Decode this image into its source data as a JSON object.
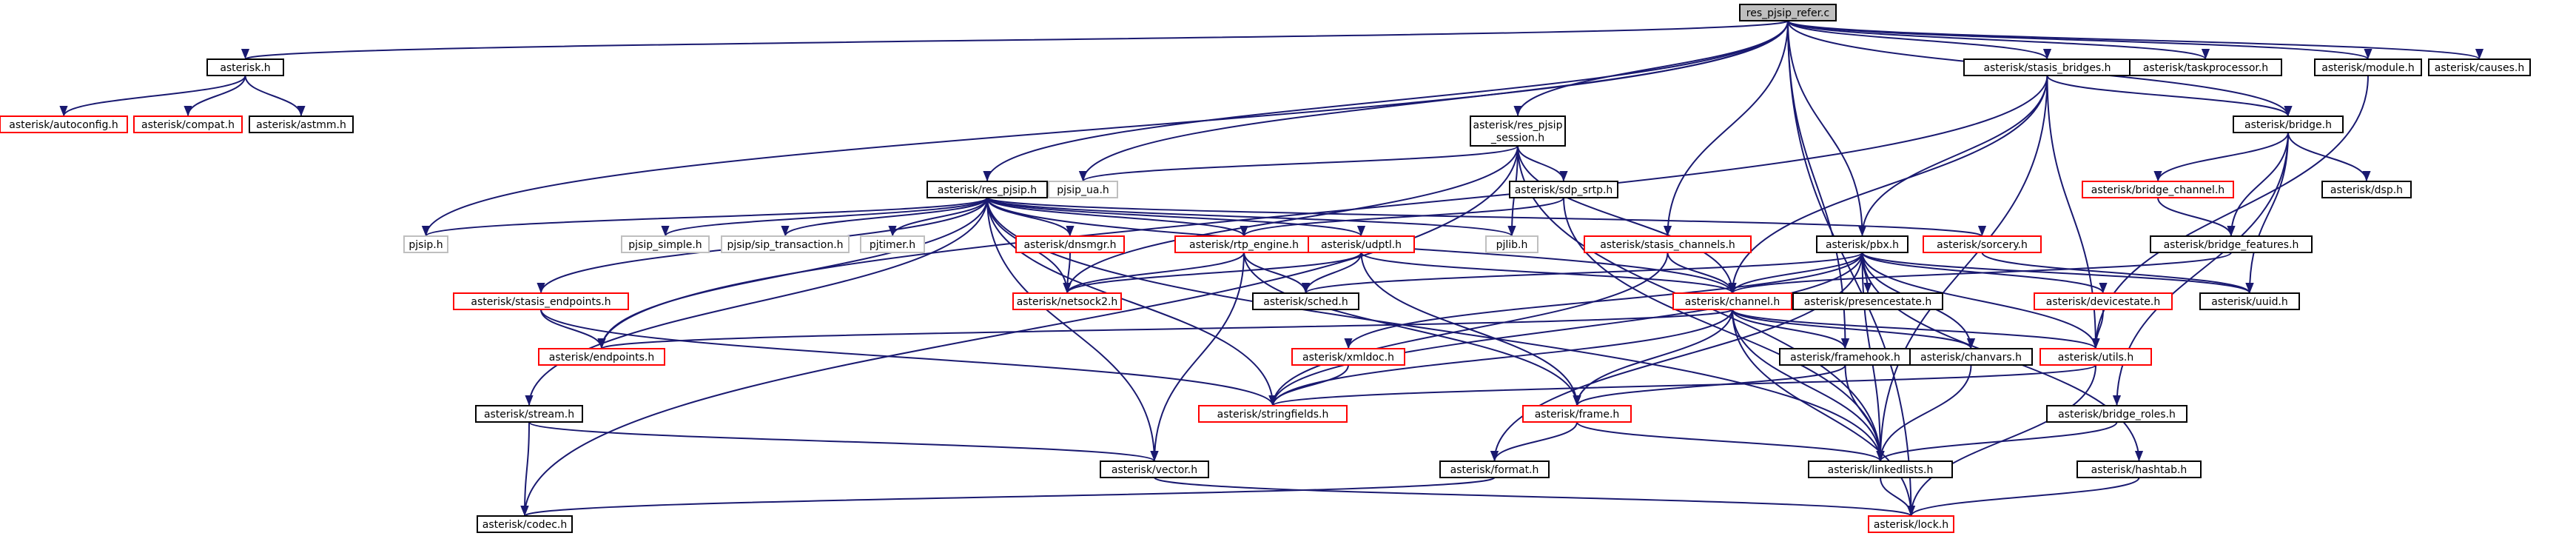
{
  "colors": {
    "black_node": "#000000",
    "red_node": "#ff0000",
    "gray_node": "#bfbfbf",
    "root_fill": "#bfbfbf",
    "edge": "#191970"
  },
  "nodes": {
    "res_pjsip_refer": {
      "label": "res_pjsip_refer.c",
      "style": "root"
    },
    "asterisk_h": {
      "label": "asterisk.h",
      "style": "black"
    },
    "autoconfig": {
      "label": "asterisk/autoconfig.h",
      "style": "red"
    },
    "compat": {
      "label": "asterisk/compat.h",
      "style": "red"
    },
    "astmm": {
      "label": "asterisk/astmm.h",
      "style": "black"
    },
    "stasis_bridges": {
      "label": "asterisk/stasis_bridges.h",
      "style": "black"
    },
    "taskprocessor": {
      "label": "asterisk/taskprocessor.h",
      "style": "black"
    },
    "module": {
      "label": "asterisk/module.h",
      "style": "black"
    },
    "causes": {
      "label": "asterisk/causes.h",
      "style": "black"
    },
    "res_pjsip_session_1": {
      "label": "asterisk/res_pjsip",
      "style": "black"
    },
    "res_pjsip_session_2": {
      "label": "_session.h",
      "style": "black"
    },
    "bridge": {
      "label": "asterisk/bridge.h",
      "style": "black"
    },
    "pjsip_ua": {
      "label": "pjsip_ua.h",
      "style": "gray"
    },
    "res_pjsip_h": {
      "label": "asterisk/res_pjsip.h",
      "style": "black"
    },
    "sdp_srtp": {
      "label": "asterisk/sdp_srtp.h",
      "style": "black"
    },
    "bridge_channel": {
      "label": "asterisk/bridge_channel.h",
      "style": "red"
    },
    "dsp": {
      "label": "asterisk/dsp.h",
      "style": "black"
    },
    "pjsip_h": {
      "label": "pjsip.h",
      "style": "gray"
    },
    "pjsip_simple": {
      "label": "pjsip_simple.h",
      "style": "gray"
    },
    "pjsip_sip_transaction": {
      "label": "pjsip/sip_transaction.h",
      "style": "gray"
    },
    "pjtimer": {
      "label": "pjtimer.h",
      "style": "gray"
    },
    "dnsmgr": {
      "label": "asterisk/dnsmgr.h",
      "style": "red"
    },
    "rtp_engine": {
      "label": "asterisk/rtp_engine.h",
      "style": "red"
    },
    "udptl": {
      "label": "asterisk/udptl.h",
      "style": "red"
    },
    "pjlib": {
      "label": "pjlib.h",
      "style": "gray"
    },
    "stasis_channels": {
      "label": "asterisk/stasis_channels.h",
      "style": "red"
    },
    "pbx": {
      "label": "asterisk/pbx.h",
      "style": "black"
    },
    "sorcery": {
      "label": "asterisk/sorcery.h",
      "style": "red"
    },
    "bridge_features": {
      "label": "asterisk/bridge_features.h",
      "style": "black"
    },
    "stasis_endpoints": {
      "label": "asterisk/stasis_endpoints.h",
      "style": "red"
    },
    "netsock2": {
      "label": "asterisk/netsock2.h",
      "style": "red"
    },
    "sched": {
      "label": "asterisk/sched.h",
      "style": "black"
    },
    "channel": {
      "label": "asterisk/channel.h",
      "style": "red"
    },
    "presencestate": {
      "label": "asterisk/presencestate.h",
      "style": "black"
    },
    "devicestate": {
      "label": "asterisk/devicestate.h",
      "style": "red"
    },
    "uuid": {
      "label": "asterisk/uuid.h",
      "style": "black"
    },
    "endpoints": {
      "label": "asterisk/endpoints.h",
      "style": "red"
    },
    "xmldoc": {
      "label": "asterisk/xmldoc.h",
      "style": "red"
    },
    "framehook": {
      "label": "asterisk/framehook.h",
      "style": "black"
    },
    "chanvars": {
      "label": "asterisk/chanvars.h",
      "style": "black"
    },
    "utils": {
      "label": "asterisk/utils.h",
      "style": "red"
    },
    "stream": {
      "label": "asterisk/stream.h",
      "style": "black"
    },
    "stringfields": {
      "label": "asterisk/stringfields.h",
      "style": "red"
    },
    "frame": {
      "label": "asterisk/frame.h",
      "style": "red"
    },
    "bridge_roles": {
      "label": "asterisk/bridge_roles.h",
      "style": "black"
    },
    "vector": {
      "label": "asterisk/vector.h",
      "style": "black"
    },
    "format": {
      "label": "asterisk/format.h",
      "style": "black"
    },
    "linkedlists": {
      "label": "asterisk/linkedlists.h",
      "style": "black"
    },
    "hashtab": {
      "label": "asterisk/hashtab.h",
      "style": "black"
    },
    "codec": {
      "label": "asterisk/codec.h",
      "style": "black"
    },
    "lock": {
      "label": "asterisk/lock.h",
      "style": "red"
    }
  },
  "edges": [
    [
      "res_pjsip_refer",
      "asterisk_h"
    ],
    [
      "res_pjsip_refer",
      "stasis_bridges"
    ],
    [
      "res_pjsip_refer",
      "taskprocessor"
    ],
    [
      "res_pjsip_refer",
      "module"
    ],
    [
      "res_pjsip_refer",
      "causes"
    ],
    [
      "res_pjsip_refer",
      "res_pjsip_session"
    ],
    [
      "res_pjsip_refer",
      "bridge"
    ],
    [
      "res_pjsip_refer",
      "pjsip_ua"
    ],
    [
      "res_pjsip_refer",
      "res_pjsip_h"
    ],
    [
      "res_pjsip_refer",
      "pjsip_h"
    ],
    [
      "res_pjsip_refer",
      "stasis_channels"
    ],
    [
      "res_pjsip_refer",
      "pbx"
    ],
    [
      "res_pjsip_refer",
      "framehook"
    ],
    [
      "res_pjsip_refer",
      "lock"
    ],
    [
      "asterisk_h",
      "autoconfig"
    ],
    [
      "asterisk_h",
      "compat"
    ],
    [
      "asterisk_h",
      "astmm"
    ],
    [
      "stasis_bridges",
      "bridge"
    ],
    [
      "stasis_bridges",
      "pbx"
    ],
    [
      "stasis_bridges",
      "channel"
    ],
    [
      "stasis_bridges",
      "endpoints"
    ],
    [
      "stasis_bridges",
      "linkedlists"
    ],
    [
      "stasis_bridges",
      "utils"
    ],
    [
      "module",
      "utils"
    ],
    [
      "res_pjsip_session",
      "pjsip_ua"
    ],
    [
      "res_pjsip_session",
      "sdp_srtp"
    ],
    [
      "res_pjsip_session",
      "pjlib"
    ],
    [
      "res_pjsip_session",
      "netsock2"
    ],
    [
      "res_pjsip_session",
      "channel"
    ],
    [
      "res_pjsip_session",
      "codec"
    ],
    [
      "res_pjsip_session",
      "linkedlists"
    ],
    [
      "bridge",
      "bridge_channel"
    ],
    [
      "bridge",
      "dsp"
    ],
    [
      "bridge",
      "bridge_features"
    ],
    [
      "bridge",
      "uuid"
    ],
    [
      "bridge",
      "bridge_roles"
    ],
    [
      "bridge_channel",
      "bridge_features"
    ],
    [
      "bridge_features",
      "channel"
    ],
    [
      "res_pjsip_h",
      "pjsip_h"
    ],
    [
      "res_pjsip_h",
      "pjsip_simple"
    ],
    [
      "res_pjsip_h",
      "pjsip_sip_transaction"
    ],
    [
      "res_pjsip_h",
      "pjtimer"
    ],
    [
      "res_pjsip_h",
      "dnsmgr"
    ],
    [
      "res_pjsip_h",
      "rtp_engine"
    ],
    [
      "res_pjsip_h",
      "udptl"
    ],
    [
      "res_pjsip_h",
      "pjlib"
    ],
    [
      "res_pjsip_h",
      "sorcery"
    ],
    [
      "res_pjsip_h",
      "stasis_endpoints"
    ],
    [
      "res_pjsip_h",
      "netsock2"
    ],
    [
      "res_pjsip_h",
      "endpoints"
    ],
    [
      "res_pjsip_h",
      "stream"
    ],
    [
      "res_pjsip_h",
      "stringfields"
    ],
    [
      "res_pjsip_h",
      "linkedlists"
    ],
    [
      "res_pjsip_h",
      "vector"
    ],
    [
      "res_pjsip_h",
      "channel"
    ],
    [
      "sdp_srtp",
      "rtp_engine"
    ],
    [
      "sdp_srtp",
      "linkedlists"
    ],
    [
      "dnsmgr",
      "netsock2"
    ],
    [
      "rtp_engine",
      "netsock2"
    ],
    [
      "rtp_engine",
      "sched"
    ],
    [
      "rtp_engine",
      "frame"
    ],
    [
      "rtp_engine",
      "vector"
    ],
    [
      "udptl",
      "netsock2"
    ],
    [
      "udptl",
      "sched"
    ],
    [
      "udptl",
      "frame"
    ],
    [
      "udptl",
      "channel"
    ],
    [
      "stasis_channels",
      "channel"
    ],
    [
      "stasis_channels",
      "stringfields"
    ],
    [
      "pbx",
      "sched"
    ],
    [
      "pbx",
      "channel"
    ],
    [
      "pbx",
      "presencestate"
    ],
    [
      "pbx",
      "devicestate"
    ],
    [
      "pbx",
      "uuid"
    ],
    [
      "pbx",
      "xmldoc"
    ],
    [
      "pbx",
      "chanvars"
    ],
    [
      "pbx",
      "format"
    ],
    [
      "pbx",
      "hashtab"
    ],
    [
      "pbx",
      "stringfields"
    ],
    [
      "pbx",
      "utils"
    ],
    [
      "pbx",
      "linkedlists"
    ],
    [
      "sorcery",
      "uuid"
    ],
    [
      "stasis_endpoints",
      "endpoints"
    ],
    [
      "stasis_endpoints",
      "stringfields"
    ],
    [
      "channel",
      "framehook"
    ],
    [
      "channel",
      "chanvars"
    ],
    [
      "channel",
      "utils"
    ],
    [
      "channel",
      "stringfields"
    ],
    [
      "channel",
      "frame"
    ],
    [
      "channel",
      "linkedlists"
    ],
    [
      "channel",
      "lock"
    ],
    [
      "channel",
      "endpoints"
    ],
    [
      "devicestate",
      "utils"
    ],
    [
      "xmldoc",
      "stringfields"
    ],
    [
      "framehook",
      "frame"
    ],
    [
      "framehook",
      "linkedlists"
    ],
    [
      "chanvars",
      "linkedlists"
    ],
    [
      "utils",
      "lock"
    ],
    [
      "utils",
      "stringfields"
    ],
    [
      "stream",
      "codec"
    ],
    [
      "stream",
      "vector"
    ],
    [
      "frame",
      "format"
    ],
    [
      "frame",
      "linkedlists"
    ],
    [
      "bridge_roles",
      "linkedlists"
    ],
    [
      "vector",
      "lock"
    ],
    [
      "format",
      "codec"
    ],
    [
      "linkedlists",
      "lock"
    ],
    [
      "hashtab",
      "lock"
    ]
  ]
}
